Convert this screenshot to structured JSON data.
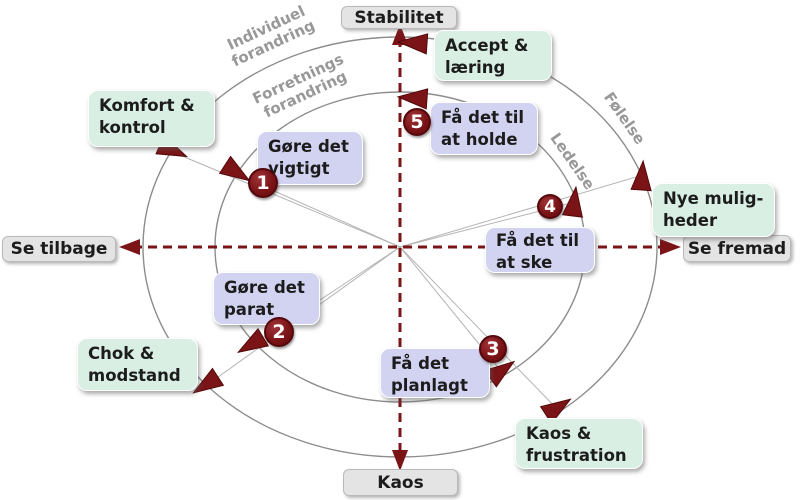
{
  "theme": {
    "mint": "#daefe4",
    "lavender": "#d2d2f1",
    "gray-box": "#e4e4e4",
    "maroon": "#7b1417",
    "maroon-dark": "#53080b",
    "label-gray": "#989898",
    "ellipse-stroke": "#8c8c8c",
    "thin-line": "#b4b4b4",
    "text-dark": "#1c1c1c"
  },
  "axes": {
    "top": "Stabilitet",
    "bottom": "Kaos",
    "left": "Se tilbage",
    "right": "Se fremad"
  },
  "curve_labels": {
    "outer_left_line1": "Individuel",
    "outer_left_line2": "forandring",
    "inner_left_line1": "Forretnings",
    "inner_left_line2": "forandring",
    "inner_right": "Ledelse",
    "outer_right": "Følelse"
  },
  "states": [
    {
      "line1": "Komfort &",
      "line2": "kontrol"
    },
    {
      "line1": "Accept &",
      "line2": "læring"
    },
    {
      "line1": "Nye mulig-",
      "line2": "heder"
    },
    {
      "line1": "Chok &",
      "line2": "modstand"
    },
    {
      "line1": "Kaos &",
      "line2": "frustration"
    }
  ],
  "steps": [
    {
      "number": "1",
      "line1": "Gøre det",
      "line2": "vigtigt"
    },
    {
      "number": "2",
      "line1": "Gøre det",
      "line2": "parat"
    },
    {
      "number": "3",
      "line1": "Få det",
      "line2": "planlagt"
    },
    {
      "number": "4",
      "line1": "Få det til",
      "line2": "at ske"
    },
    {
      "number": "5",
      "line1": "Få det til",
      "line2": "at holde"
    }
  ]
}
